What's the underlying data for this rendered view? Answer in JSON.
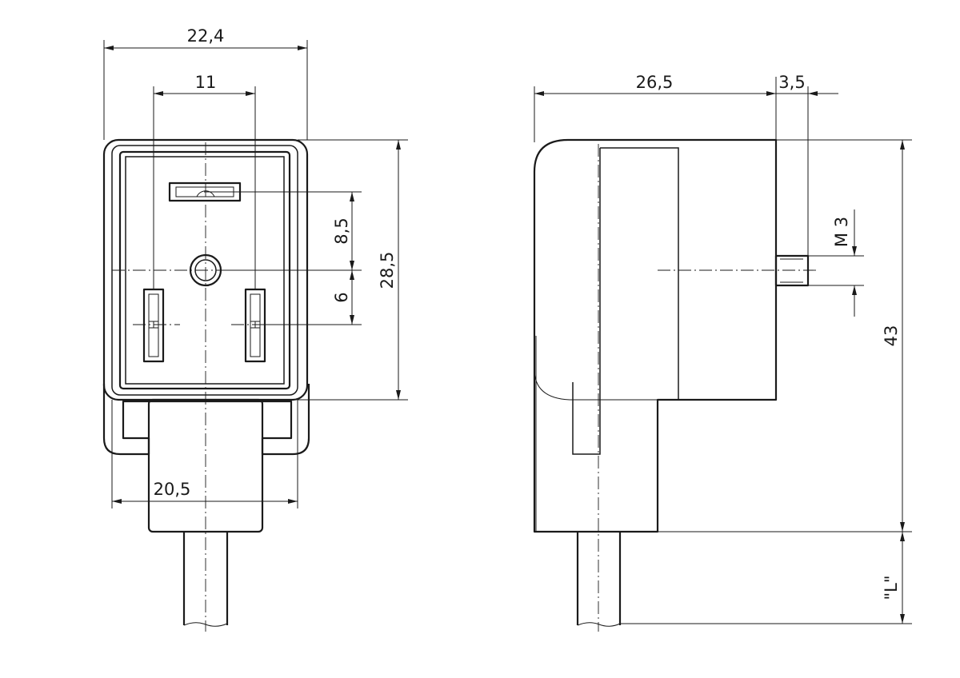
{
  "front_view": {
    "dim_overall_width": "22,4",
    "dim_pin_spacing": "11",
    "dim_base_width": "20,5",
    "dim_upper_pin_offset": "8,5",
    "dim_lower_pin_offset": "6",
    "dim_face_height": "28,5"
  },
  "side_view": {
    "dim_body_depth": "26,5",
    "dim_screw_length": "3,5",
    "dim_screw_thread": "M 3",
    "dim_total_height": "43",
    "dim_cable_length": "\"L\""
  }
}
